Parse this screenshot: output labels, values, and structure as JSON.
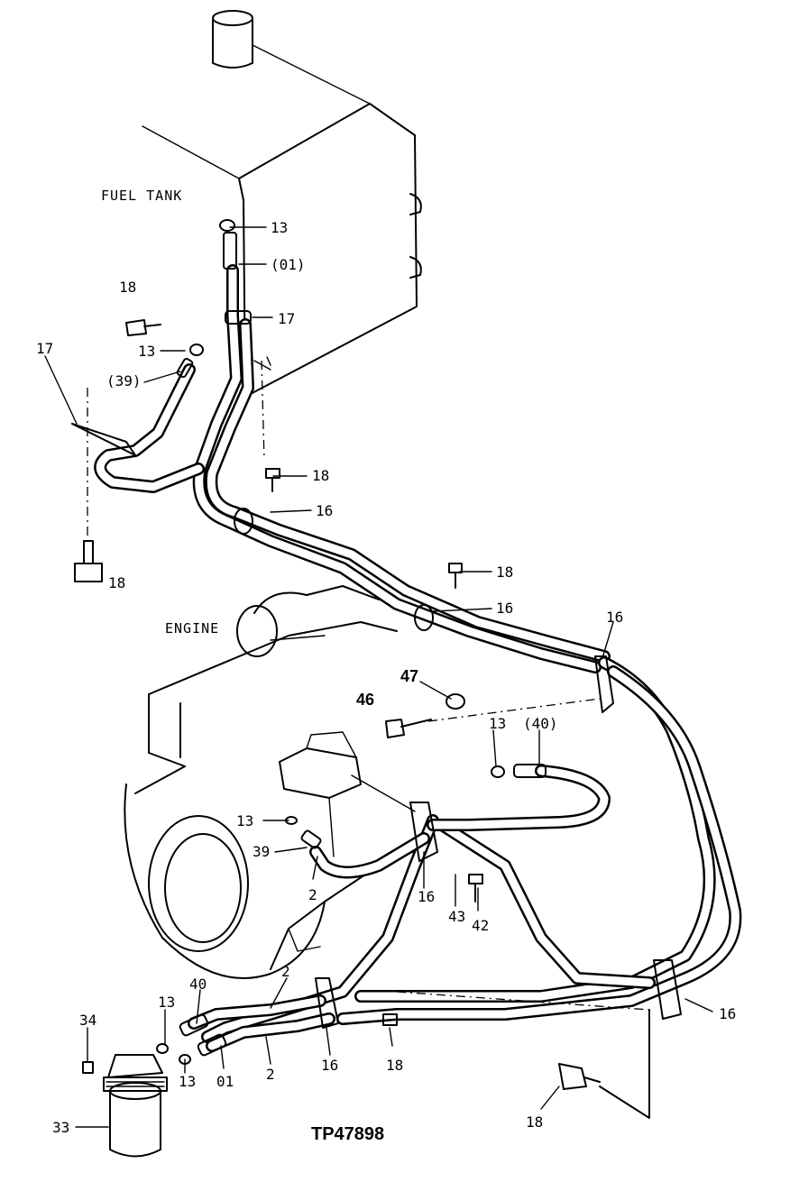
{
  "diagram": {
    "drawing_number": "TP47898",
    "captions": {
      "fuel_tank": "FUEL TANK",
      "engine": "ENGINE"
    },
    "callouts": [
      {
        "id": "c1",
        "text": "13"
      },
      {
        "id": "c2",
        "text": "(01)"
      },
      {
        "id": "c3",
        "text": "18"
      },
      {
        "id": "c4",
        "text": "17"
      },
      {
        "id": "c5",
        "text": "17"
      },
      {
        "id": "c6",
        "text": "13"
      },
      {
        "id": "c7",
        "text": "(39)"
      },
      {
        "id": "c8",
        "text": "18"
      },
      {
        "id": "c9",
        "text": "16"
      },
      {
        "id": "c10",
        "text": "18"
      },
      {
        "id": "c11",
        "text": "18"
      },
      {
        "id": "c12",
        "text": "16"
      },
      {
        "id": "c13",
        "text": "16"
      },
      {
        "id": "c14",
        "text": "47"
      },
      {
        "id": "c15",
        "text": "46"
      },
      {
        "id": "c16",
        "text": "13"
      },
      {
        "id": "c17",
        "text": "(40)"
      },
      {
        "id": "c18",
        "text": "13"
      },
      {
        "id": "c19",
        "text": "39"
      },
      {
        "id": "c20",
        "text": "2"
      },
      {
        "id": "c21",
        "text": "16"
      },
      {
        "id": "c22",
        "text": "43"
      },
      {
        "id": "c23",
        "text": "42"
      },
      {
        "id": "c24",
        "text": "40"
      },
      {
        "id": "c25",
        "text": "2"
      },
      {
        "id": "c26",
        "text": "13"
      },
      {
        "id": "c27",
        "text": "34"
      },
      {
        "id": "c28",
        "text": "13"
      },
      {
        "id": "c29",
        "text": "01"
      },
      {
        "id": "c30",
        "text": "2"
      },
      {
        "id": "c31",
        "text": "16"
      },
      {
        "id": "c32",
        "text": "18"
      },
      {
        "id": "c33",
        "text": "16"
      },
      {
        "id": "c34",
        "text": "18"
      },
      {
        "id": "c35",
        "text": "33"
      }
    ]
  }
}
